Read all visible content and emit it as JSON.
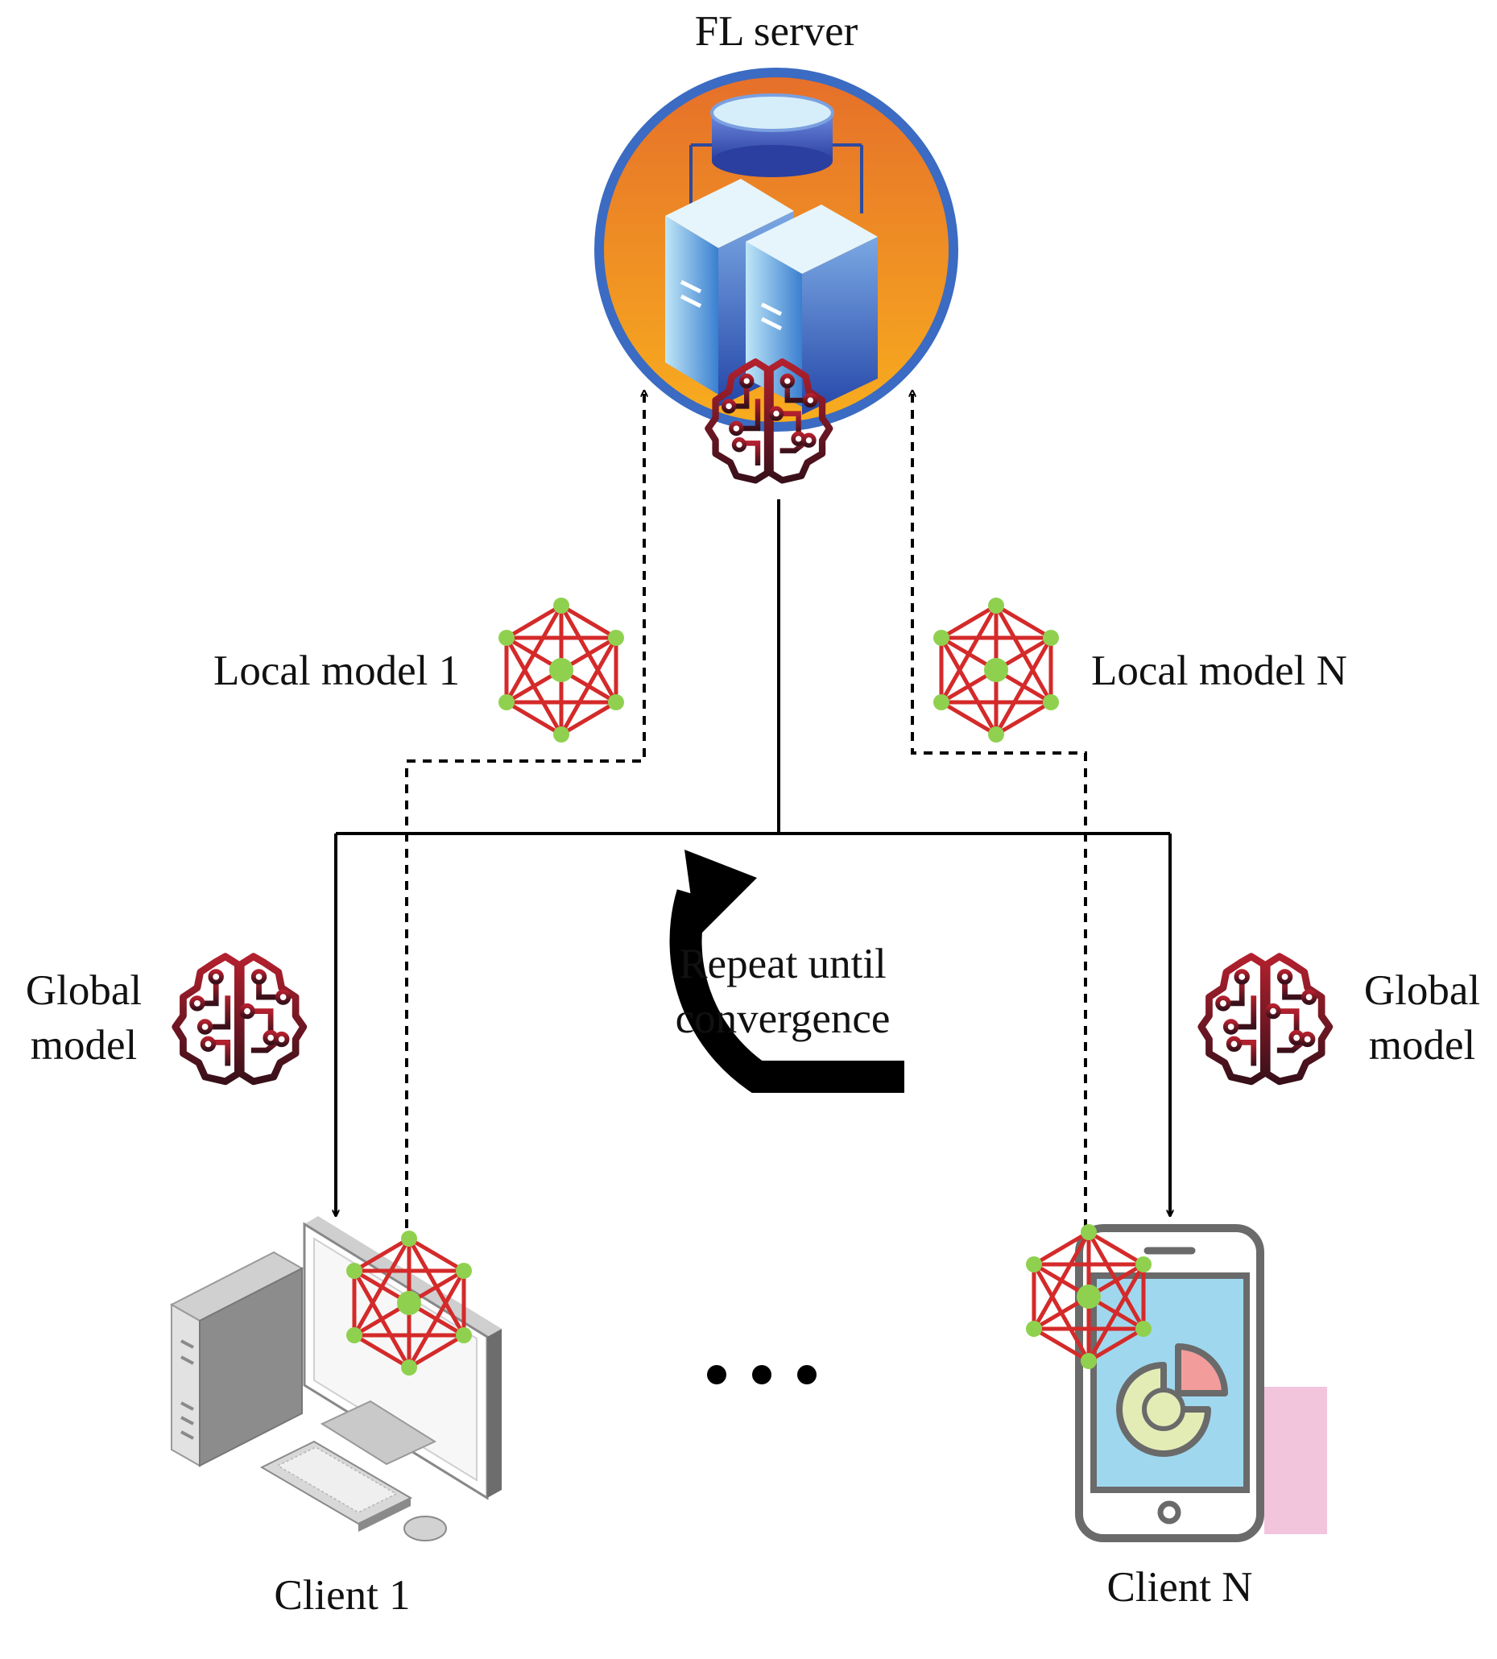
{
  "server": {
    "label": "FL server"
  },
  "local_model_1": {
    "label": "Local model 1"
  },
  "local_model_n": {
    "label": "Local model N"
  },
  "global_model_left": {
    "line1": "Global",
    "line2": "model"
  },
  "global_model_right": {
    "line1": "Global",
    "line2": "model"
  },
  "loop": {
    "line1": "Repeat until",
    "line2": "convergence"
  },
  "client_1": {
    "label": "Client 1"
  },
  "client_n": {
    "label": "Client N"
  },
  "icons": {
    "server": "server-cluster-icon",
    "brain": "brain-circuit-icon",
    "network": "neural-network-icon",
    "desktop": "desktop-computer-icon",
    "phone": "smartphone-chart-icon",
    "repeat": "repeat-arrow-icon",
    "ellipsis": "ellipsis-icon"
  },
  "colors": {
    "server_ring": "#3a6cc1",
    "server_gradient_top": "#e8742a",
    "server_gradient_bottom": "#f7a91e",
    "brain_top": "#b01a2a",
    "brain_bottom": "#3a0f16",
    "network_edges": "#d52a2a",
    "network_nodes": "#8fd14f",
    "phone_screen": "#9fd8ee",
    "phone_frame": "#6a6a6a"
  }
}
